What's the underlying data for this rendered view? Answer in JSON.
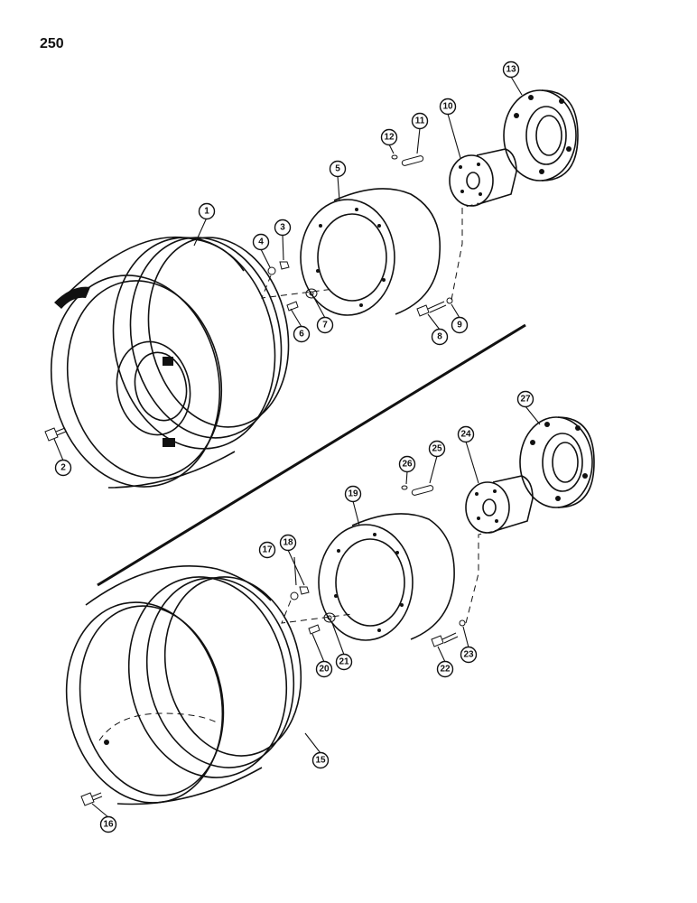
{
  "page_number": "250",
  "callouts": [
    {
      "id": "1",
      "label": "1"
    },
    {
      "id": "2",
      "label": "2"
    },
    {
      "id": "3",
      "label": "3"
    },
    {
      "id": "4",
      "label": "4"
    },
    {
      "id": "5",
      "label": "5"
    },
    {
      "id": "6",
      "label": "6"
    },
    {
      "id": "7",
      "label": "7"
    },
    {
      "id": "8",
      "label": "8"
    },
    {
      "id": "9",
      "label": "9"
    },
    {
      "id": "10",
      "label": "10"
    },
    {
      "id": "11",
      "label": "11"
    },
    {
      "id": "12",
      "label": "12"
    },
    {
      "id": "13",
      "label": "13"
    },
    {
      "id": "15",
      "label": "15"
    },
    {
      "id": "16",
      "label": "16"
    },
    {
      "id": "17",
      "label": "17"
    },
    {
      "id": "18",
      "label": "18"
    },
    {
      "id": "19",
      "label": "19"
    },
    {
      "id": "20",
      "label": "20"
    },
    {
      "id": "21",
      "label": "21"
    },
    {
      "id": "22",
      "label": "22"
    },
    {
      "id": "23",
      "label": "23"
    },
    {
      "id": "24",
      "label": "24"
    },
    {
      "id": "25",
      "label": "25"
    },
    {
      "id": "26",
      "label": "26"
    },
    {
      "id": "27",
      "label": "27"
    }
  ]
}
